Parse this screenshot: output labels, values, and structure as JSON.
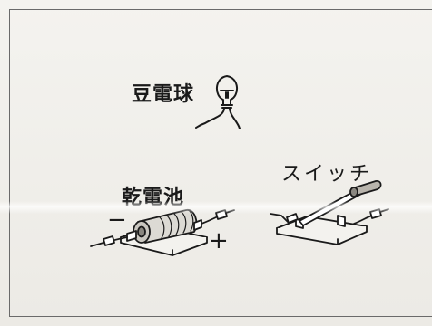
{
  "labels": {
    "bulb": "豆電球",
    "battery": "乾電池",
    "switch": "スイッチ"
  },
  "polarity": {
    "minus": "−",
    "plus": "+"
  },
  "icons": [
    "light-bulb-icon",
    "battery-icon",
    "knife-switch-icon"
  ]
}
